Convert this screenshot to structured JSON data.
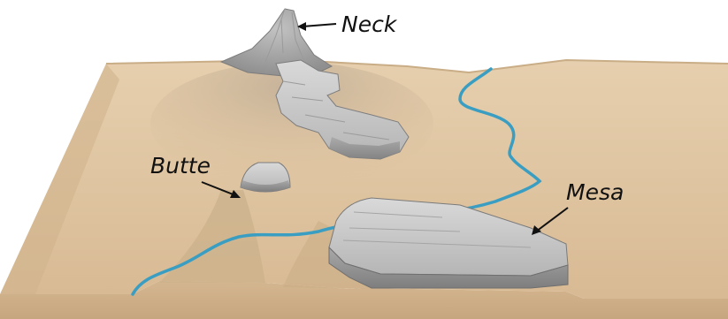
{
  "labels": {
    "neck": "Neck",
    "butte": "Butte",
    "mesa": "Mesa"
  },
  "colors": {
    "sand_top": "#dcc09c",
    "sand_side": "#cdb08a",
    "rock_light": "#cfcfcf",
    "rock_dark": "#8d8d8d",
    "river": "#3a9ec2",
    "label_text": "#111111"
  }
}
